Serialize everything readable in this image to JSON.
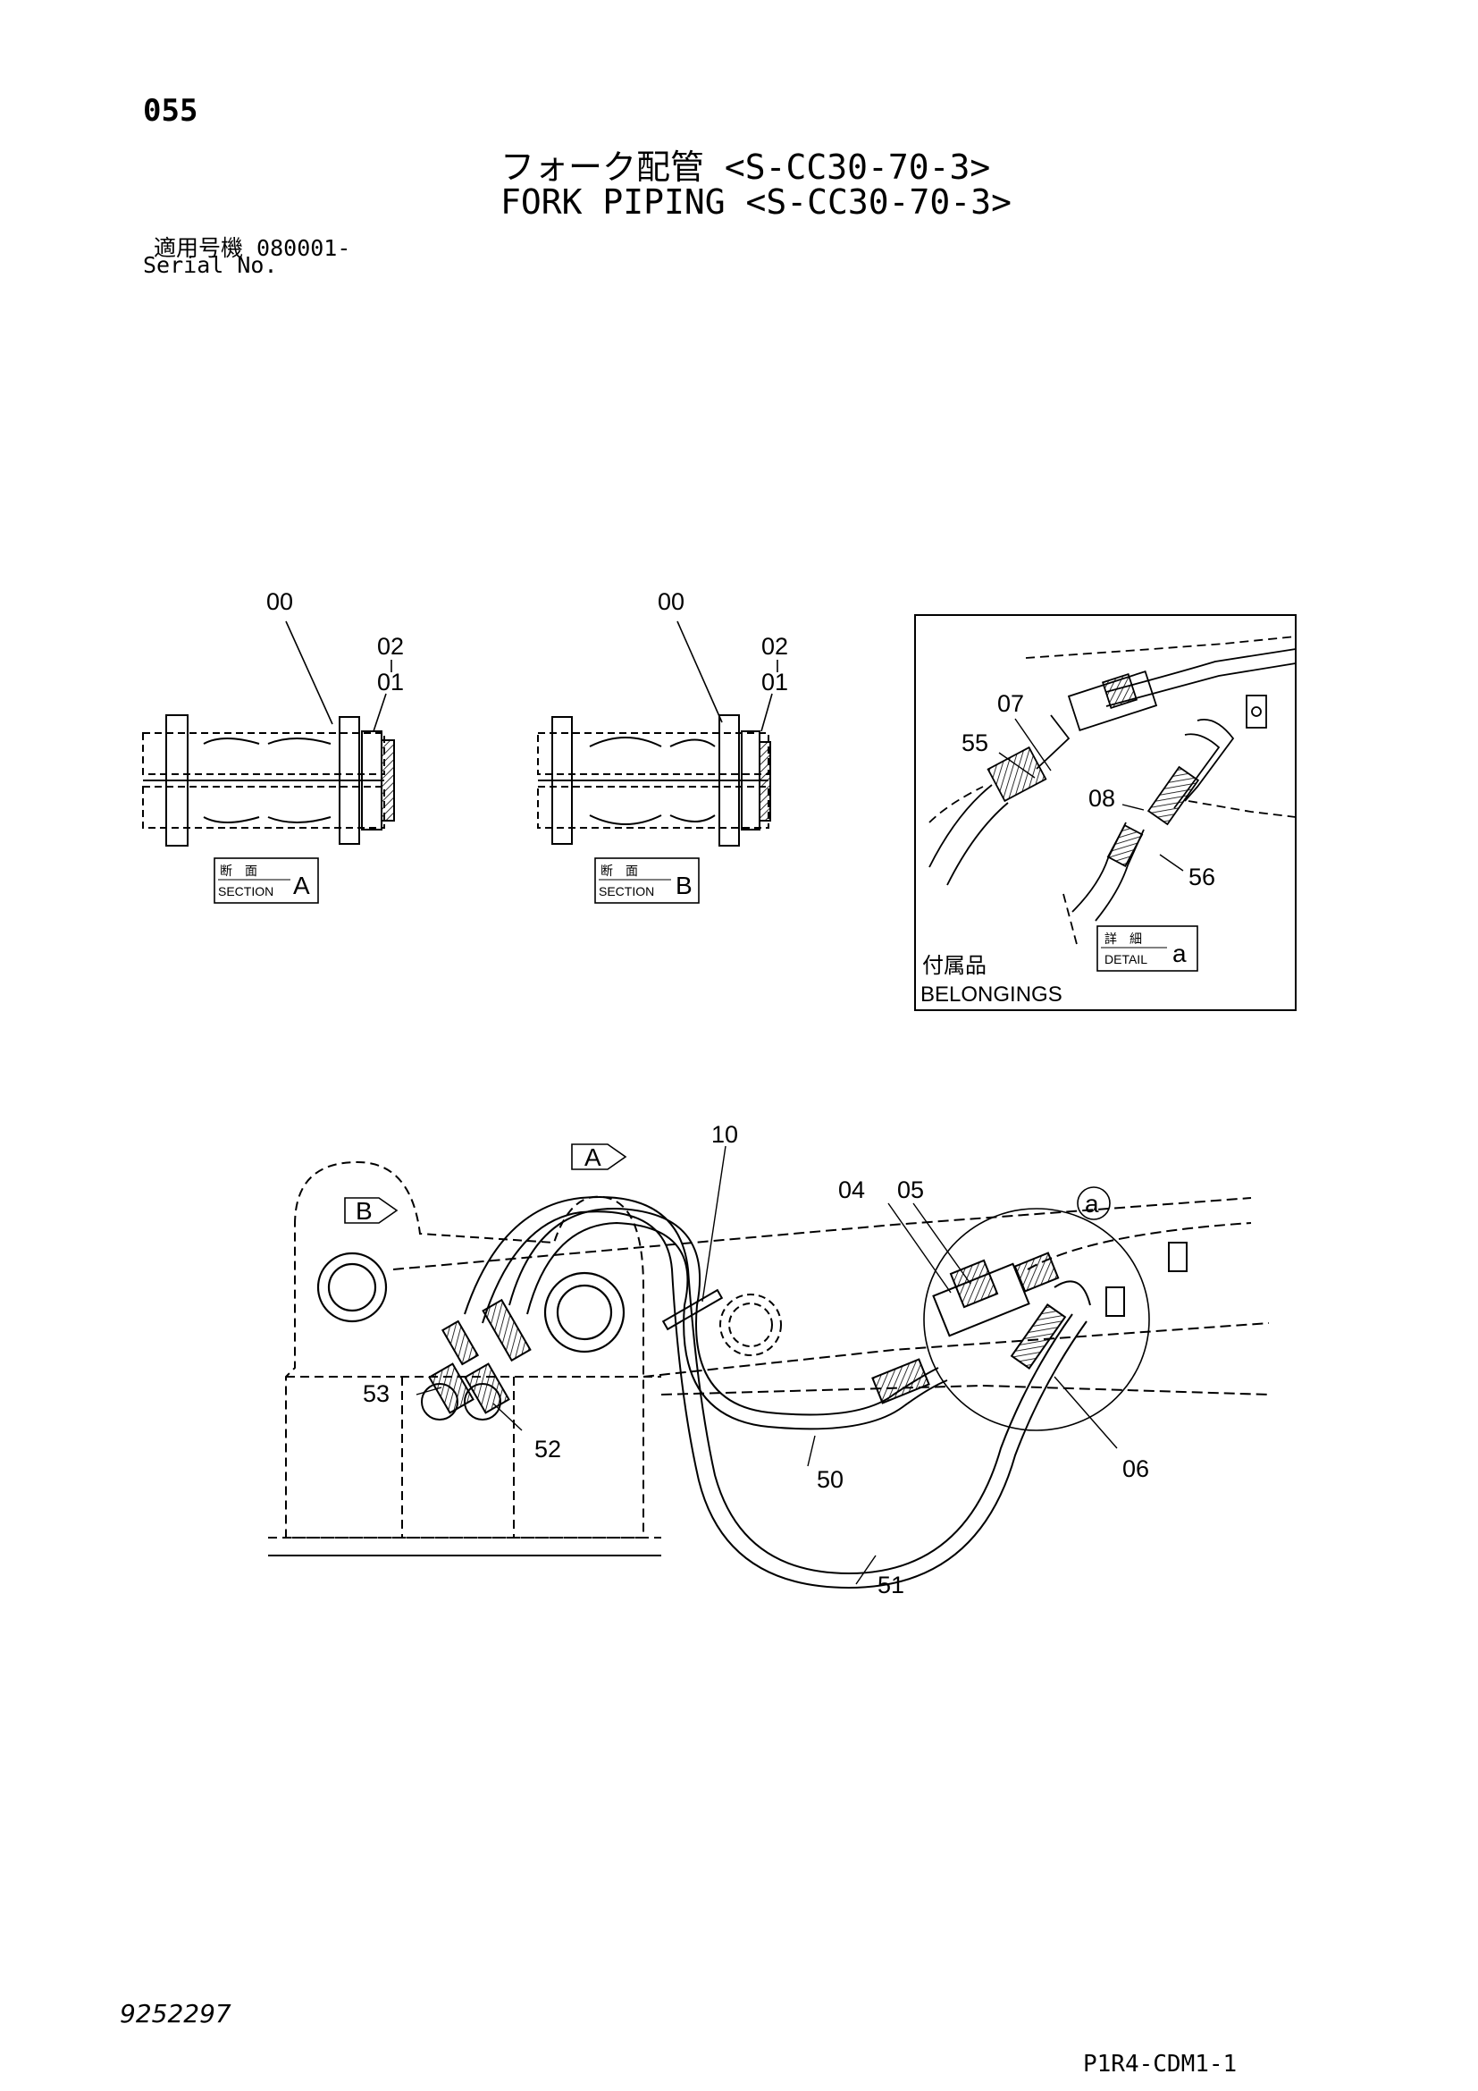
{
  "header": {
    "page_number": "055",
    "title_jp": "フォーク配管 <S-CC30-70-3>",
    "title_en": "FORK PIPING <S-CC30-70-3>",
    "serial_jp": "適用号機  080001-",
    "serial_en": "Serial No."
  },
  "section_a": {
    "callouts": [
      "00",
      "02",
      "01"
    ],
    "label_jp": "断　面",
    "label_en": "SECTION",
    "label_letter": "A"
  },
  "section_b": {
    "callouts": [
      "00",
      "02",
      "01"
    ],
    "label_jp": "断　面",
    "label_en": "SECTION",
    "label_letter": "B"
  },
  "detail_a": {
    "callouts": [
      "07",
      "55",
      "08",
      "56"
    ],
    "label_jp": "詳　細",
    "label_en": "DETAIL",
    "label_letter": "a",
    "belongings_jp": "付属品",
    "belongings_en": "BELONGINGS"
  },
  "main_view": {
    "view_markers": [
      "A",
      "B",
      "a"
    ],
    "callouts": [
      "10",
      "04",
      "05",
      "53",
      "52",
      "50",
      "06",
      "51"
    ]
  },
  "footer": {
    "doc_number": "9252297",
    "page_code": "P1R4-CDM1-1"
  }
}
